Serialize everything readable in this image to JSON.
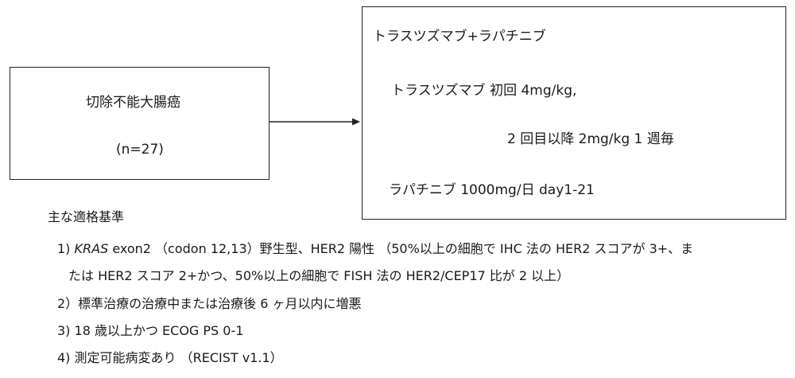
{
  "population": {
    "name": "切除不能大腸癌",
    "n": "(n=27)"
  },
  "treatment": {
    "regimen": "トラスツズマブ+ラパチニブ",
    "trastuzumab_line1": "トラスツズマブ  初回 4mg/kg,",
    "trastuzumab_line2": "2 回目以降 2mg/kg 1 週毎",
    "lapatinib": "ラパチニブ    1000mg/日  day1-21"
  },
  "criteria": {
    "heading": "主な適格基準",
    "item1_prefix": "1)",
    "item1_gene": "KRAS",
    "item1_rest": " exon2  （codon 12,13）野生型、HER2 陽性  （50%以上の細胞で IHC 法の HER2 スコアが 3+、ま",
    "item1_cont": "たは HER2 スコア 2+かつ、50%以上の細胞で FISH 法の HER2/CEP17 比が 2 以上）",
    "item2": "2）標準治療の治療中または治療後 6 ヶ月以内に増悪",
    "item3": "3) 18 歳以上かつ ECOG PS 0-1",
    "item4": "4) 測定可能病変あり   （RECIST v1.1）"
  }
}
